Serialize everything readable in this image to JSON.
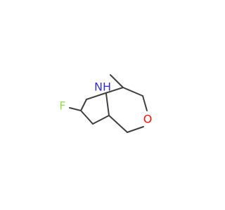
{
  "molecule": {
    "atoms": [
      {
        "id": "n",
        "label": "NH",
        "color": "#3333cc"
      },
      {
        "id": "o",
        "label": "O",
        "color": "#ff0d0d"
      },
      {
        "id": "f",
        "label": "F",
        "color": "#90e050"
      }
    ]
  }
}
